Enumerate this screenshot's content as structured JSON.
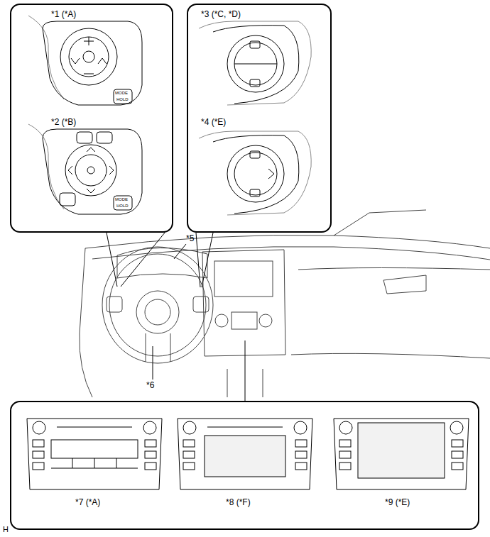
{
  "diagram": {
    "nodes": [
      {
        "text": [
          "*1 (*A)",
          "*2 (*B)"
        ]
      },
      {
        "text": [
          "*3 (*C, *D)",
          "*4 (*E)"
        ]
      },
      {
        "text": [
          "*7 (*A)",
          "*8 (*F)",
          "*9 (*E)"
        ]
      }
    ],
    "labels": [
      "*5",
      "*6",
      "MODE",
      "HOLD",
      "MODE",
      "HOLD",
      "H"
    ]
  }
}
